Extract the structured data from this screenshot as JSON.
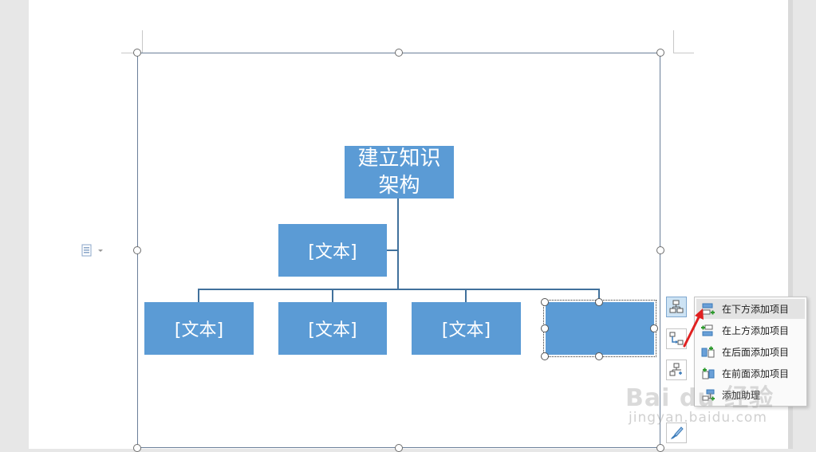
{
  "smartart": {
    "root": "建立知识\n架构",
    "assistant": "[文本]",
    "children": [
      "[文本]",
      "[文本]",
      "[文本]",
      ""
    ]
  },
  "context_menu": {
    "items": [
      {
        "label": "在下方添加项目",
        "icon": "add-below-icon"
      },
      {
        "label": "在上方添加项目",
        "icon": "add-above-icon"
      },
      {
        "label": "在后面添加项目",
        "icon": "add-after-icon"
      },
      {
        "label": "在前面添加项目",
        "icon": "add-before-icon"
      },
      {
        "label": "添加助理",
        "icon": "add-assistant-icon"
      }
    ]
  },
  "side_toolbar": {
    "buttons": [
      "add-shape-icon",
      "change-layout-icon",
      "layout-options-icon",
      "format-brush-icon"
    ]
  },
  "watermark": {
    "brand": "Bai du 经验",
    "url": "jingyan.baidu.com"
  },
  "colors": {
    "node_fill": "#5b9bd5",
    "connector": "#41719c",
    "arrow": "#e02020"
  }
}
